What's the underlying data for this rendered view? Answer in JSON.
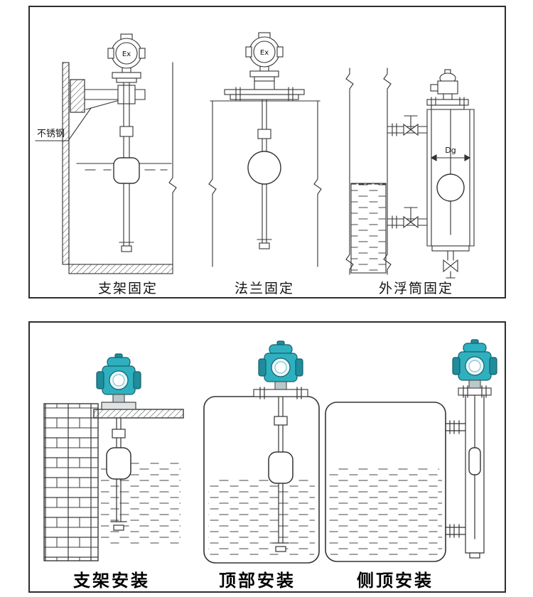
{
  "colors": {
    "line": "#333333",
    "panel_border": "#2e2e2e",
    "transmitter_teal": "#2fb0bf",
    "transmitter_teal_dark": "#1f8d9b",
    "display_face": "#ffffff"
  },
  "top_panel": {
    "ex_label": "Ex",
    "dg_label": "Dg",
    "material_label": "不锈钢",
    "diagrams": [
      {
        "caption": "支架固定"
      },
      {
        "caption": "法兰固定"
      },
      {
        "caption": "外浮筒固定"
      }
    ]
  },
  "bottom_panel": {
    "diagrams": [
      {
        "caption": "支架安装"
      },
      {
        "caption": "顶部安装"
      },
      {
        "caption": "侧顶安装"
      }
    ]
  }
}
